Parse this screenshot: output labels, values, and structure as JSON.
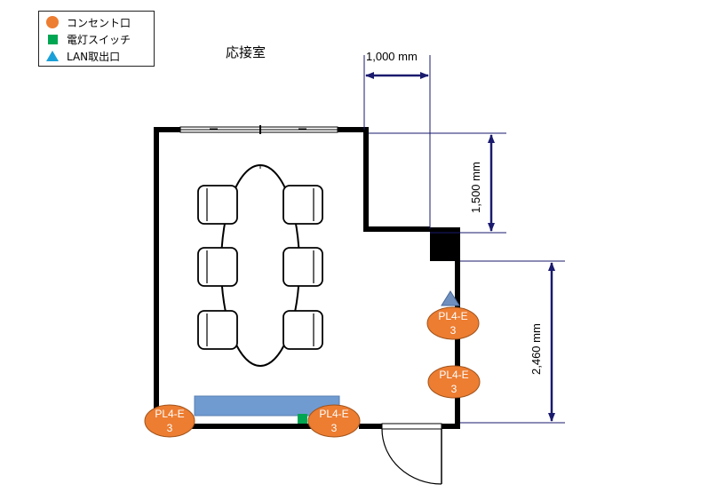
{
  "legend": {
    "items": [
      {
        "label": "コンセント口",
        "symbol": "circle",
        "color": "#ed7d31"
      },
      {
        "label": "電灯スイッチ",
        "symbol": "square",
        "color": "#00a651"
      },
      {
        "label": "LAN取出口",
        "symbol": "triangle",
        "color": "#1aa0d8"
      }
    ]
  },
  "room": {
    "title": "応接室"
  },
  "dimensions": {
    "top_width": "1,000 mm",
    "right_upper": "1,500 mm",
    "right_lower": "2,460 mm"
  },
  "outlets": [
    {
      "line1": "PL4-E",
      "line2": "3"
    },
    {
      "line1": "PL4-E",
      "line2": "3"
    },
    {
      "line1": "PL4-E",
      "line2": "3"
    },
    {
      "line1": "PL4-E",
      "line2": "3"
    }
  ],
  "colors": {
    "wall": "#000000",
    "dimension": "#1a1a6e",
    "outlet": "#ed7d31",
    "outlet_border": "#a0521a",
    "counter": "#6f9bd1",
    "lan": "#6f8fbf",
    "switch": "#00a651"
  }
}
